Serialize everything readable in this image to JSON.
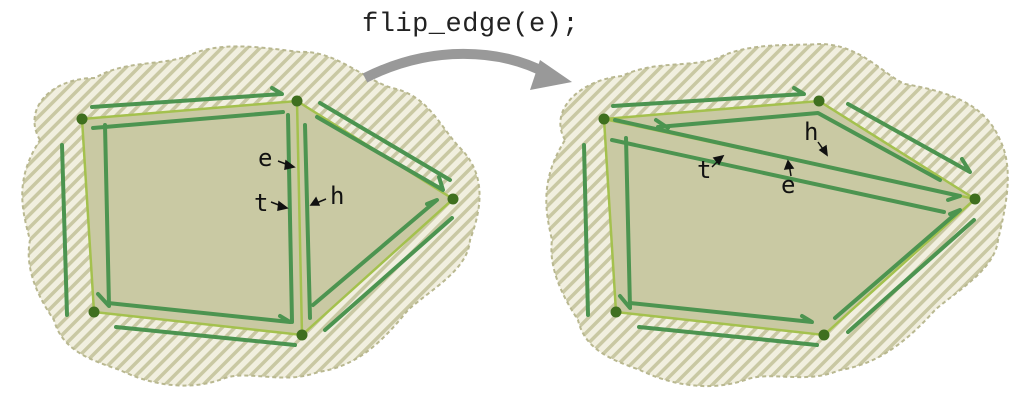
{
  "operation": "flip_edge(e);",
  "before": {
    "labels": {
      "e": "e",
      "t": "t",
      "h": "h"
    }
  },
  "after": {
    "labels": {
      "h": "h",
      "t": "t",
      "e": "e"
    }
  },
  "colors": {
    "blob_fill": "#f1efdf",
    "blob_hatch": "#c9c8a3",
    "face_fill": "#c9c9a3",
    "edge": "#a4c14e",
    "halfedge": "#4c9450",
    "vertex": "#3f6f1f",
    "arrow": "#999999"
  }
}
